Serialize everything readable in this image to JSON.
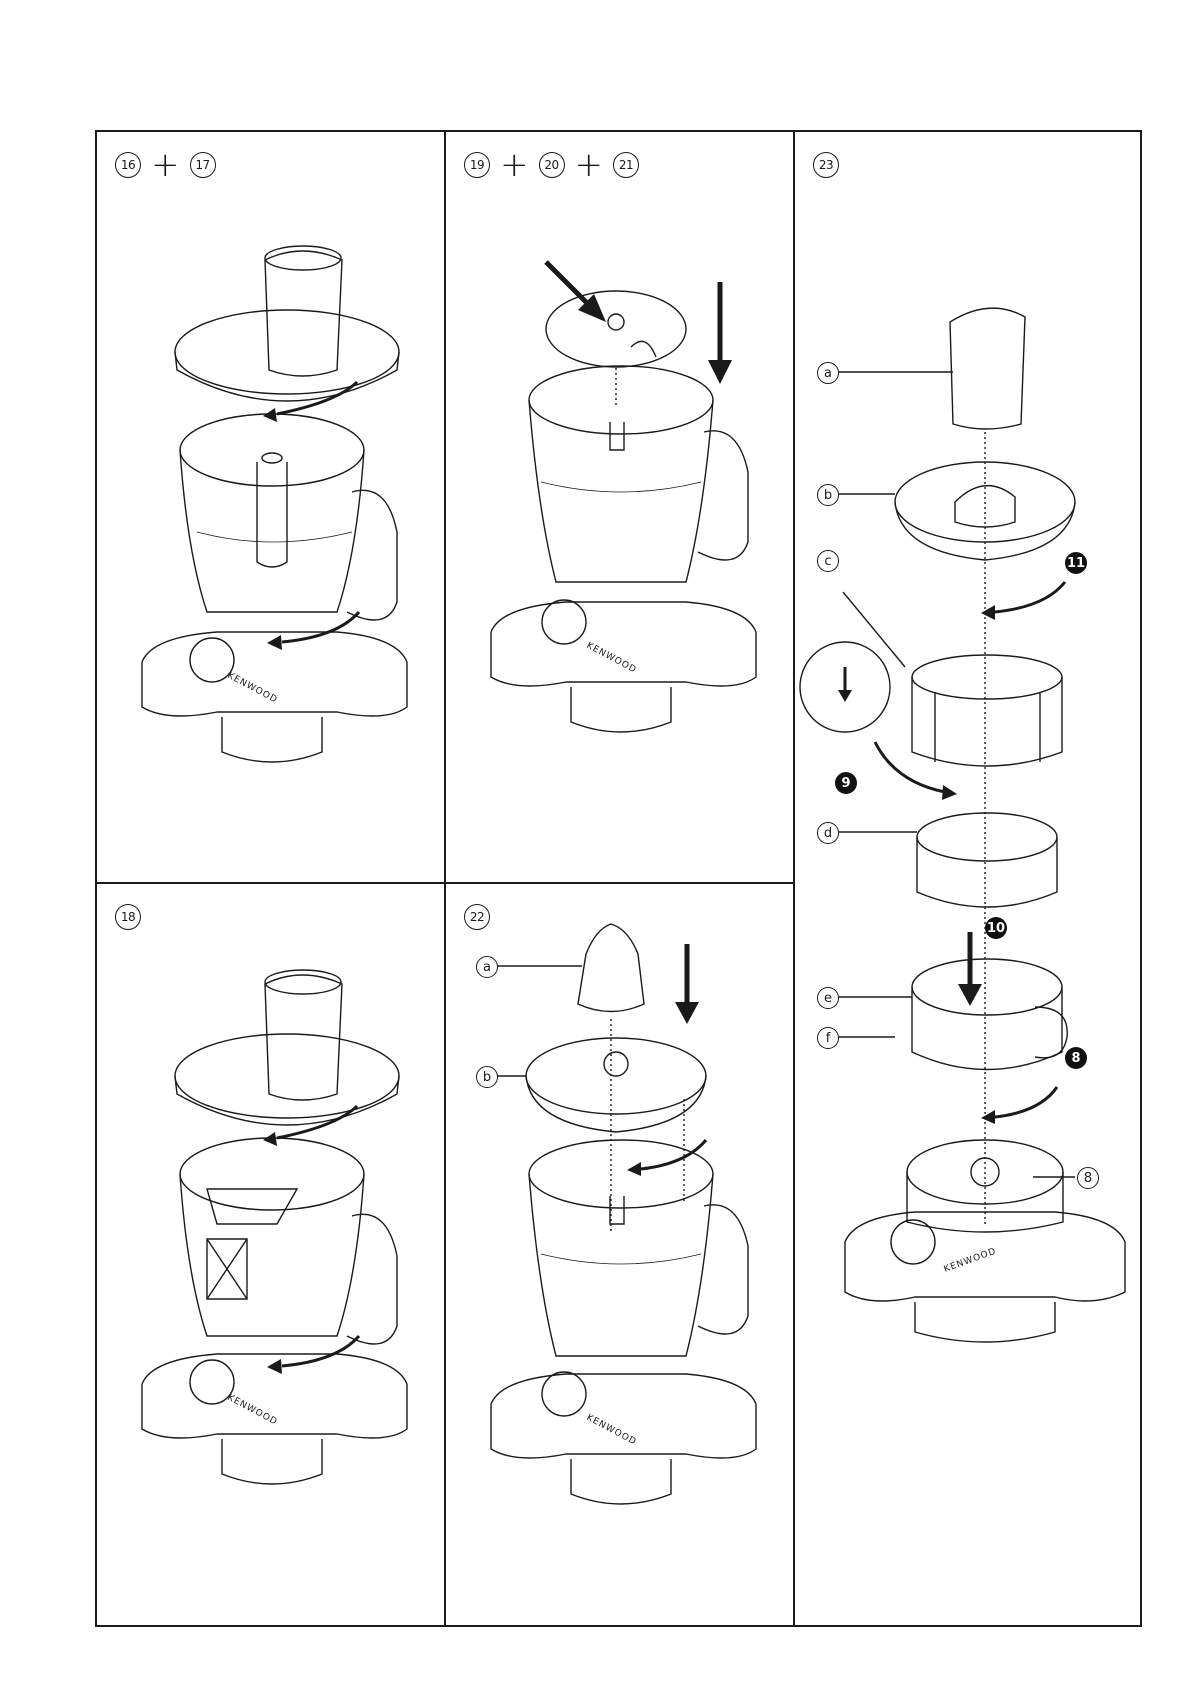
{
  "panels": {
    "p1": {
      "a": "16",
      "b": "17"
    },
    "p2": {
      "a": "19",
      "b": "20",
      "c": "21"
    },
    "p3": {
      "a": "23"
    },
    "p4": {
      "a": "18"
    },
    "p5": {
      "a": "22"
    }
  },
  "part_labels": {
    "p3": {
      "a": "a",
      "b": "b",
      "c": "c",
      "d": "d",
      "e": "e",
      "f": "f",
      "base": "8"
    },
    "p5": {
      "a": "a",
      "b": "b"
    }
  },
  "step_markers": {
    "s11": "11",
    "s9": "9",
    "s10": "10",
    "s8": "8"
  },
  "brand": "KENWOOD",
  "icons": [
    "arrow-icon",
    "curved-arrow-icon",
    "plus-icon"
  ]
}
